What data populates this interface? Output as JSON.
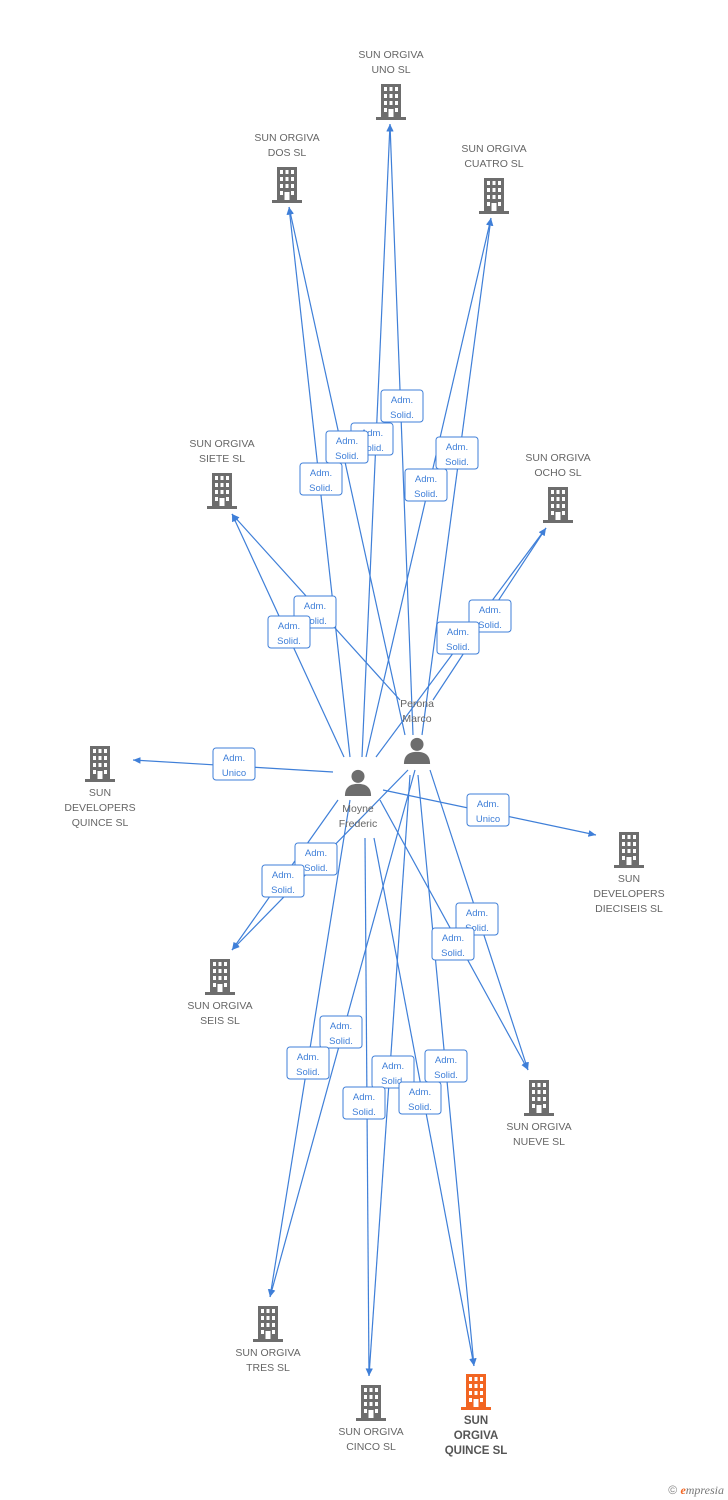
{
  "colors": {
    "edge": "#3f7fd8",
    "company": "#6d6d6d",
    "focus": "#f26522",
    "person": "#6d6d6d"
  },
  "persons": [
    {
      "id": "perona",
      "name_lines": [
        "Perona",
        "Marco"
      ],
      "icon": "person-icon"
    },
    {
      "id": "moyne",
      "name_lines": [
        "Moyne",
        "Frederic"
      ],
      "icon": "person-icon"
    }
  ],
  "companies": [
    {
      "id": "uno",
      "name_lines": [
        "SUN ORGIVA",
        "UNO SL"
      ],
      "icon": "building-icon"
    },
    {
      "id": "dos",
      "name_lines": [
        "SUN ORGIVA",
        "DOS SL"
      ],
      "icon": "building-icon"
    },
    {
      "id": "cuatro",
      "name_lines": [
        "SUN ORGIVA",
        "CUATRO SL"
      ],
      "icon": "building-icon"
    },
    {
      "id": "siete",
      "name_lines": [
        "SUN ORGIVA",
        "SIETE SL"
      ],
      "icon": "building-icon"
    },
    {
      "id": "ocho",
      "name_lines": [
        "SUN ORGIVA",
        "OCHO SL"
      ],
      "icon": "building-icon"
    },
    {
      "id": "dev15",
      "name_lines": [
        "SUN",
        "DEVELOPERS",
        "QUINCE SL"
      ],
      "icon": "building-icon"
    },
    {
      "id": "dev16",
      "name_lines": [
        "SUN",
        "DEVELOPERS",
        "DIECISEIS SL"
      ],
      "icon": "building-icon"
    },
    {
      "id": "seis",
      "name_lines": [
        "SUN ORGIVA",
        "SEIS SL"
      ],
      "icon": "building-icon"
    },
    {
      "id": "nueve",
      "name_lines": [
        "SUN ORGIVA",
        "NUEVE SL"
      ],
      "icon": "building-icon"
    },
    {
      "id": "tres",
      "name_lines": [
        "SUN ORGIVA",
        "TRES SL"
      ],
      "icon": "building-icon"
    },
    {
      "id": "cinco",
      "name_lines": [
        "SUN ORGIVA",
        "CINCO SL"
      ],
      "icon": "building-icon"
    },
    {
      "id": "quince",
      "name_lines": [
        "SUN",
        "ORGIVA",
        "QUINCE SL"
      ],
      "icon": "building-icon",
      "focus": true
    }
  ],
  "edges": [
    {
      "from": "perona",
      "to": "uno",
      "label": [
        "Adm.",
        "Solid."
      ]
    },
    {
      "from": "moyne",
      "to": "uno",
      "label": [
        "Adm.",
        "Solid."
      ]
    },
    {
      "from": "perona",
      "to": "dos",
      "label": [
        "Adm.",
        "Solid."
      ]
    },
    {
      "from": "moyne",
      "to": "dos",
      "label": [
        "Adm.",
        "Solid."
      ]
    },
    {
      "from": "perona",
      "to": "cuatro",
      "label": [
        "Adm.",
        "Solid."
      ]
    },
    {
      "from": "moyne",
      "to": "cuatro",
      "label": [
        "Adm.",
        "Solid."
      ]
    },
    {
      "from": "perona",
      "to": "siete",
      "label": [
        "Adm.",
        "Solid."
      ]
    },
    {
      "from": "moyne",
      "to": "siete",
      "label": [
        "Adm.",
        "Solid."
      ]
    },
    {
      "from": "perona",
      "to": "ocho",
      "label": [
        "Adm.",
        "Solid."
      ]
    },
    {
      "from": "moyne",
      "to": "ocho",
      "label": [
        "Adm.",
        "Solid."
      ]
    },
    {
      "from": "moyne",
      "to": "dev15",
      "label": [
        "Adm.",
        "Unico"
      ]
    },
    {
      "from": "moyne",
      "to": "dev16",
      "label": [
        "Adm.",
        "Unico"
      ]
    },
    {
      "from": "perona",
      "to": "seis",
      "label": [
        "Adm.",
        "Solid."
      ]
    },
    {
      "from": "moyne",
      "to": "seis",
      "label": [
        "Adm.",
        "Solid."
      ]
    },
    {
      "from": "perona",
      "to": "nueve",
      "label": [
        "Adm.",
        "Solid."
      ]
    },
    {
      "from": "moyne",
      "to": "nueve",
      "label": [
        "Adm.",
        "Solid."
      ]
    },
    {
      "from": "perona",
      "to": "tres",
      "label": [
        "Adm.",
        "Solid."
      ]
    },
    {
      "from": "moyne",
      "to": "tres",
      "label": [
        "Adm.",
        "Solid."
      ]
    },
    {
      "from": "perona",
      "to": "cinco",
      "label": [
        "Adm.",
        "Solid."
      ]
    },
    {
      "from": "moyne",
      "to": "cinco",
      "label": [
        "Adm.",
        "Solid."
      ]
    },
    {
      "from": "perona",
      "to": "quince",
      "label": [
        "Adm.",
        "Solid."
      ]
    },
    {
      "from": "moyne",
      "to": "quince",
      "label": [
        "Adm.",
        "Solid."
      ]
    }
  ],
  "footer": {
    "copyright": "©",
    "brand_initial": "e",
    "brand_rest": "mpresia"
  }
}
